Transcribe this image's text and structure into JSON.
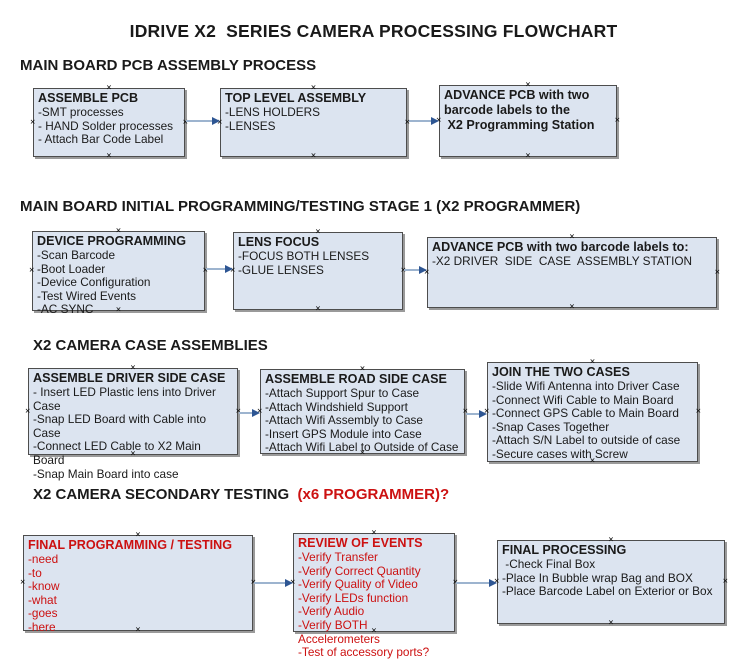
{
  "title": "IDRIVE X2  SERIES CAMERA PROCESSING FLOWCHART",
  "colors": {
    "box_fill": "#dce4f0",
    "box_border": "#4d4d4d",
    "box_shadow": "#9a9a9a",
    "arrow_line": "#9db4cf",
    "arrow_head": "#2e5693",
    "red_text": "#cc1111",
    "black_text": "#1a1a1a"
  },
  "icons": {
    "connection_handle_glyph": "×"
  },
  "sections": [
    {
      "heading": "MAIN BOARD PCB ASSEMBLY PROCESS",
      "heading_suffix": "",
      "boxes": [
        {
          "title": "ASSEMBLE PCB",
          "items": [
            "-SMT processes",
            "- HAND Solder processes",
            "- Attach Bar Code Label"
          ]
        },
        {
          "title": "TOP LEVEL ASSEMBLY",
          "items": [
            "-LENS HOLDERS",
            "-LENSES"
          ]
        },
        {
          "title": "ADVANCE PCB with two\nbarcode labels to the\n X2 Programming Station",
          "items": []
        }
      ]
    },
    {
      "heading": "MAIN BOARD INITIAL PROGRAMMING/TESTING STAGE 1 (X2 PROGRAMMER)",
      "heading_suffix": "",
      "boxes": [
        {
          "title": "DEVICE PROGRAMMING",
          "items": [
            "-Scan Barcode",
            "-Boot Loader",
            "-Device Configuration",
            "-Test Wired Events",
            "-AC SYNC"
          ]
        },
        {
          "title": "LENS FOCUS",
          "items": [
            "-FOCUS BOTH LENSES",
            "-GLUE LENSES"
          ]
        },
        {
          "title": "ADVANCE PCB with two barcode labels to:",
          "items": [
            "-X2 DRIVER  SIDE  CASE  ASSEMBLY STATION"
          ]
        }
      ]
    },
    {
      "heading": "X2 CAMERA CASE ASSEMBLIES",
      "heading_suffix": "",
      "boxes": [
        {
          "title": "ASSEMBLE DRIVER SIDE CASE",
          "items": [
            "- Insert LED Plastic lens into Driver Case",
            "-Snap LED Board with Cable into Case",
            "-Connect LED Cable to X2 Main Board",
            "-Snap Main Board into case"
          ]
        },
        {
          "title": "ASSEMBLE ROAD SIDE CASE",
          "items": [
            "-Attach Support Spur to Case",
            "-Attach Windshield Support",
            "-Attach Wifi Assembly to Case",
            "-Insert GPS Module into Case",
            "-Attach Wifi Label to Outside of Case"
          ]
        },
        {
          "title": "JOIN THE TWO CASES",
          "items": [
            "-Slide Wifi Antenna into Driver Case",
            "-Connect Wifi Cable to Main Board",
            "-Connect GPS Cable to Main Board",
            "-Snap Cases Together",
            "-Attach S/N Label to outside of case",
            "-Secure cases with Screw"
          ]
        }
      ]
    },
    {
      "heading": "X2 CAMERA SECONDARY TESTING ",
      "heading_suffix": " (x6 PROGRAMMER)?",
      "boxes": [
        {
          "title": "FINAL PROGRAMMING / TESTING",
          "items": [
            "-need",
            "-to",
            "-know",
            "-what",
            "-goes",
            "-here"
          ]
        },
        {
          "title": "REVIEW OF EVENTS",
          "items": [
            "-Verify Transfer",
            "-Verify Correct Quantity",
            "-Verify Quality of Video",
            "-Verify LEDs function",
            "-Verify Audio",
            "-Verify BOTH Accelerometers",
            "-Test of accessory ports?"
          ]
        },
        {
          "title": "FINAL PROCESSING",
          "items": [
            " -Check Final Box",
            "-Place In Bubble wrap Bag and BOX",
            "-Place Barcode Label on Exterior or Box"
          ]
        }
      ]
    }
  ]
}
